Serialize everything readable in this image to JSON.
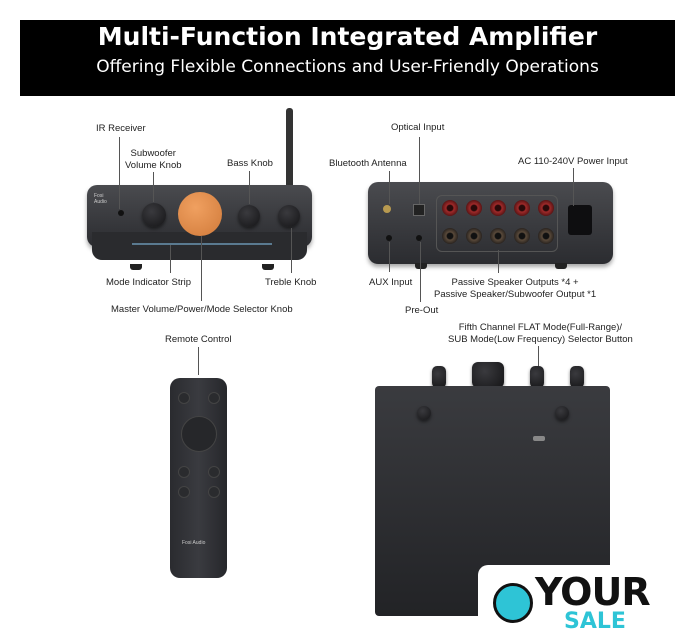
{
  "header": {
    "title": "Multi-Function Integrated Amplifier",
    "subtitle": "Offering Flexible Connections and User-Friendly Operations"
  },
  "front_labels": {
    "ir_receiver": "IR Receiver",
    "subwoofer_knob": "Subwoofer\nVolume Knob",
    "bass_knob": "Bass Knob",
    "mode_strip": "Mode Indicator Strip",
    "treble_knob": "Treble Knob",
    "master_knob": "Master Volume/Power/Mode Selector Knob"
  },
  "back_labels": {
    "optical": "Optical Input",
    "bluetooth": "Bluetooth Antenna",
    "ac_power": "AC 110-240V Power Input",
    "aux": "AUX Input",
    "passive": "Passive Speaker Outputs *4 +\nPassive Speaker/Subwoofer Output *1",
    "preout": "Pre-Out"
  },
  "remote_label": "Remote Control",
  "bottom_label": "Fifth Channel FLAT Mode(Full-Range)/\nSUB Mode(Low Frequency) Selector Button",
  "logo": {
    "line1": "YOUR",
    "line2": "SALE",
    "primary": "#111111",
    "accent": "#2ec4d6"
  },
  "brand": "Fosi Audio"
}
